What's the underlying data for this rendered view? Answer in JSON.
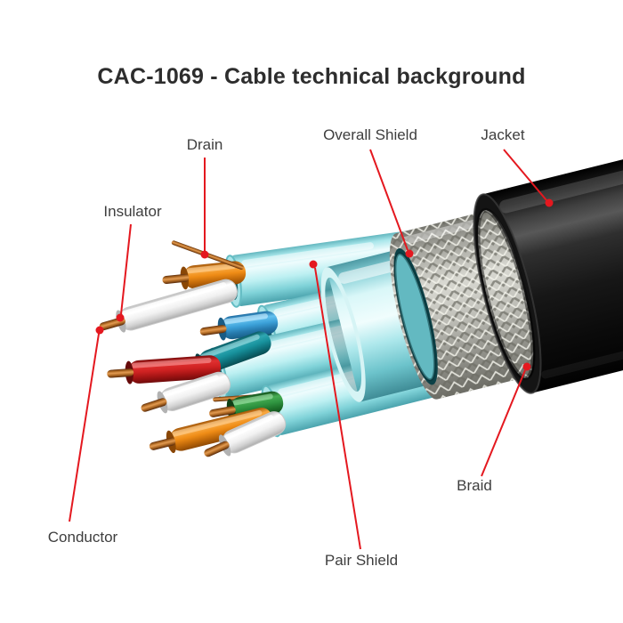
{
  "title": "CAC-1069 - Cable technical background",
  "labels": {
    "drain": "Drain",
    "overall_shield": "Overall Shield",
    "jacket": "Jacket",
    "insulator": "Insulator",
    "conductor": "Conductor",
    "pair_shield": "Pair Shield",
    "braid": "Braid"
  },
  "colors": {
    "accent_red": "#e4181f",
    "background": "#ffffff",
    "jacket_black": "#141414",
    "braid_silver": "#c2c2bb",
    "overall_shield_cyan": "#bdf0f2",
    "pair_shield_cyan": "#a8e6ea",
    "copper_conductor": "#b06a24",
    "wire_insulation": [
      "#ef8c16",
      "#ffffff",
      "#cf2222",
      "#3ba0d8",
      "#18929d",
      "#2f9440"
    ]
  }
}
